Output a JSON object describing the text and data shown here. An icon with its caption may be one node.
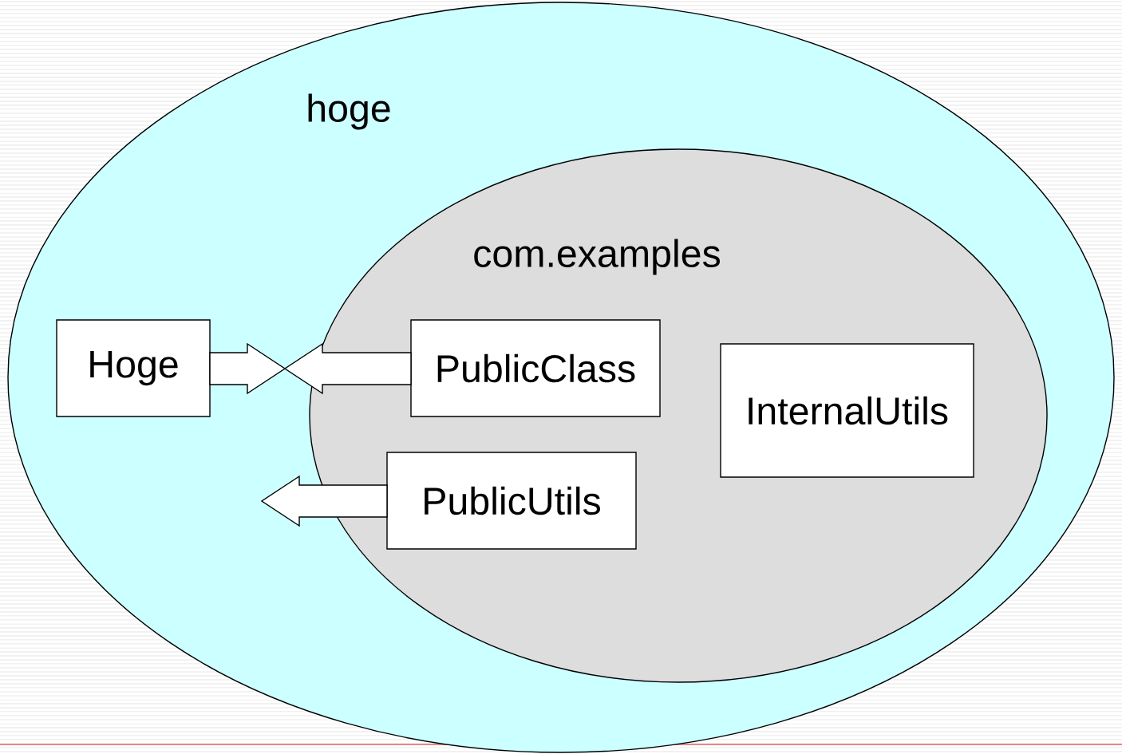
{
  "diagram": {
    "nodes": [
      {
        "text": [
          "hoge"
        ]
      },
      {
        "text": [
          "com.examples"
        ],
        "in": 0
      },
      {
        "text": [
          "Hoge"
        ],
        "in": 0
      },
      {
        "text": [
          "PublicClass"
        ],
        "in": 1
      },
      {
        "text": [
          "InternalUtils"
        ],
        "in": 1
      },
      {
        "text": [
          "PublicUtils"
        ],
        "in": 1
      }
    ],
    "edges": [
      {
        "from": 2,
        "to": null,
        "arrow": "to"
      },
      {
        "from": 3,
        "to": null,
        "arrow": "to"
      },
      {
        "from": 5,
        "to": null,
        "arrow": "to"
      }
    ]
  }
}
